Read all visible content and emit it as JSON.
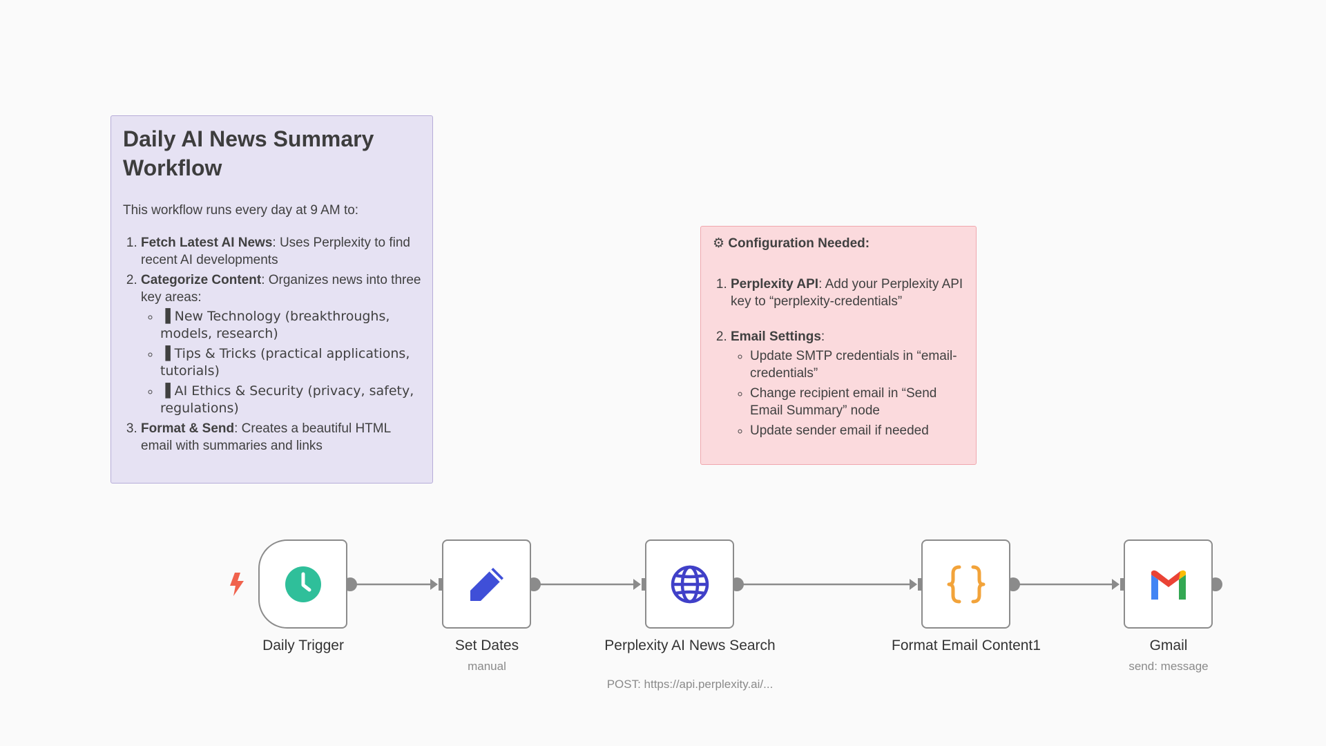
{
  "summary_note": {
    "title": "Daily AI News Summary Workflow",
    "intro": "This workflow runs every day at 9 AM to:",
    "items": [
      {
        "bold": "Fetch Latest AI News",
        "text": ": Uses Perplexity to find recent AI developments"
      },
      {
        "bold": "Categorize Content",
        "text": ": Organizes news into three key areas:",
        "sub": [
          "▐ New Technology (breakthroughs, models, research)",
          "▐ Tips & Tricks (practical applications, tutorials)",
          "▐ AI Ethics & Security (privacy, safety, regulations)"
        ]
      },
      {
        "bold": "Format & Send",
        "text": ": Creates a beautiful HTML email with summaries and links"
      }
    ]
  },
  "config_note": {
    "icon": "gear-icon",
    "heading": "Configuration Needed:",
    "items": [
      {
        "bold": "Perplexity API",
        "text": ": Add your Perplexity API key to “perplexity-credentials”"
      },
      {
        "bold": "Email Settings",
        "text": ":",
        "sub": [
          "Update SMTP credentials in “email-credentials”",
          "Change recipient email in “Send Email Summary” node",
          "Update sender email if needed"
        ]
      }
    ]
  },
  "nodes": [
    {
      "name": "Daily Trigger",
      "subtitle": "",
      "icon": "clock-icon",
      "color": "#2fbf9a"
    },
    {
      "name": "Set Dates",
      "subtitle": "manual",
      "icon": "pencil-icon",
      "color": "#3f4fd8"
    },
    {
      "name": "Perplexity AI News Search",
      "subtitle": "POST: https://api.perplexity.ai/...",
      "icon": "globe-icon",
      "color": "#4040c8"
    },
    {
      "name": "Format Email Content1",
      "subtitle": "",
      "icon": "code-braces-icon",
      "color": "#f2a33a"
    },
    {
      "name": "Gmail",
      "subtitle": "send: message",
      "icon": "gmail-icon",
      "color": "#ea4335"
    }
  ],
  "colors": {
    "canvas": "#fafafa",
    "summary_note_bg": "#e6e2f3",
    "config_note_bg": "#fbdadd",
    "trigger_bolt": "#f0624d",
    "wire": "#8b8b8b"
  }
}
